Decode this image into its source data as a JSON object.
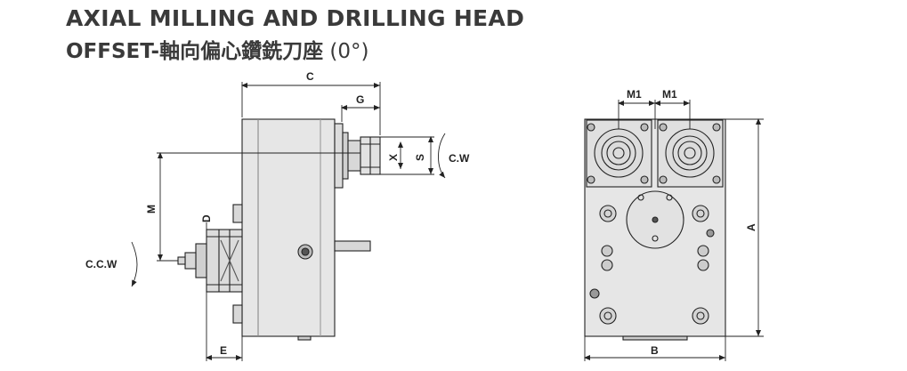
{
  "title": {
    "line1": "AXIAL MILLING AND DRILLING HEAD",
    "line2_prefix": "OFFSET-",
    "line2_chinese": "軸向偏心鑽銑刀座",
    "line2_suffix": " (0°)"
  },
  "dimensions": {
    "side_view": {
      "C": "C",
      "G": "G",
      "S": "S",
      "X": "X",
      "M": "M",
      "D": "D",
      "E": "E",
      "cw": "C.W",
      "ccw": "C.C.W"
    },
    "front_view": {
      "M1_left": "M1",
      "M1_right": "M1",
      "A": "A",
      "B": "B"
    }
  },
  "colors": {
    "body_fill": "#e6e6e6",
    "line": "#222222",
    "title": "#3a3a3a"
  }
}
